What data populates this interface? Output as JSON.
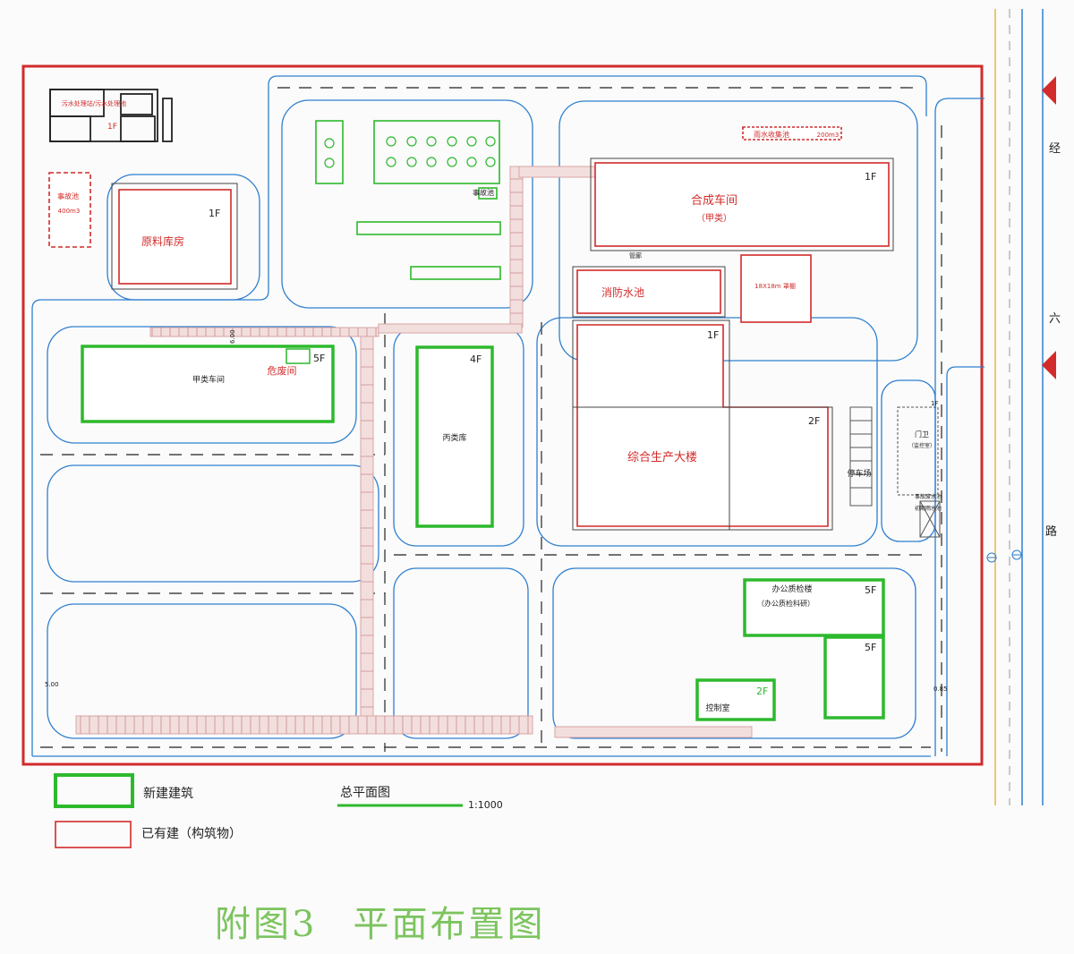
{
  "colors": {
    "new_building": "#2db92d",
    "existing": "#d22b2b",
    "road": "#2f7fcf",
    "paving": "#d8a5a5",
    "pipe": "#1a1a1a",
    "caption": "#7dc45f"
  },
  "buildings": {
    "hecheng": {
      "name": "合成车间",
      "sub": "（甲类）",
      "floor": "1F"
    },
    "yuanliao": {
      "name": "原料库房",
      "floor": "1F"
    },
    "xiaofang": {
      "name": "消防水池"
    },
    "jiaji_chejian": {
      "name": "甲类车间",
      "floor": "5F"
    },
    "weifei": {
      "name": "危废间"
    },
    "bingleiku": {
      "name": "丙类库",
      "floor": "4F"
    },
    "zonghe": {
      "name": "综合生产大楼",
      "floor_a": "1F",
      "floor_b": "2F"
    },
    "bangong": {
      "name": "办公质检楼",
      "sub": "（办公质检科研）",
      "floor": "5F"
    },
    "bangong_b": {
      "floor": "5F"
    },
    "kongzhi": {
      "name": "控制室",
      "floor": "2F"
    },
    "menwei": {
      "name": "门卫",
      "sub": "（监控室）",
      "floor": "1F"
    },
    "shigu_left": {
      "name": "事故池",
      "cap": "400m3"
    },
    "shigu_top": {
      "name": "事故池"
    },
    "shoushui": {
      "name": "雨水收集池",
      "cap": "200m3"
    },
    "tingchechang": {
      "name": "停车场"
    },
    "wushui": {
      "name": "污水处理站/污水处理池",
      "floor": "1F"
    },
    "guanlang": {
      "name": "管廊"
    },
    "paving_note": {
      "name": "18X18m 罩棚"
    },
    "shigu_small": {
      "name": "事故废水池"
    },
    "hudong": {
      "name": "初期雨水池"
    }
  },
  "dims": {
    "d1": "5.00",
    "d2": "6.00",
    "d3": "0.85"
  },
  "road_label": {
    "c1": "经",
    "c2": "六",
    "c3": "路"
  },
  "legend": {
    "new": "新建建筑",
    "existing": "已有建（构筑物）",
    "plan_title": "总平面图",
    "scale": "1:1000"
  },
  "caption": {
    "fig": "附图3",
    "title": "平面布置图"
  }
}
